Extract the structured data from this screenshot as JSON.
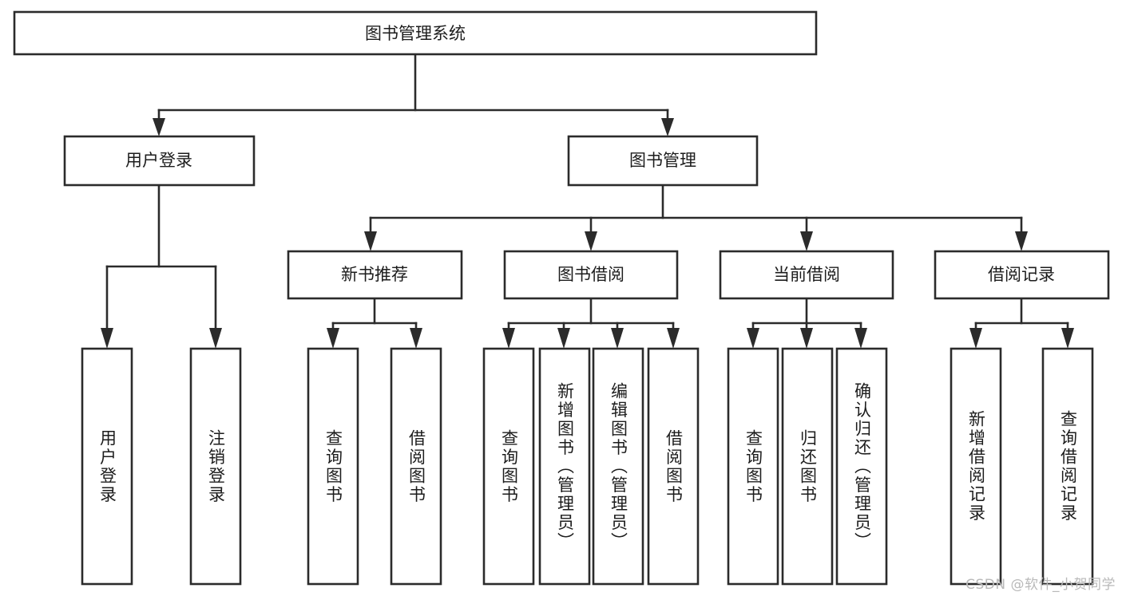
{
  "diagram": {
    "title": "图书管理系统",
    "type": "tree-hierarchy-chart",
    "root": {
      "label": "图书管理系统"
    },
    "level2": [
      {
        "label": "用户登录"
      },
      {
        "label": "图书管理"
      }
    ],
    "level3": [
      {
        "label": "新书推荐"
      },
      {
        "label": "图书借阅"
      },
      {
        "label": "当前借阅"
      },
      {
        "label": "借阅记录"
      }
    ],
    "leaves": [
      {
        "label": "用户登录"
      },
      {
        "label": "注销登录"
      },
      {
        "label": "查询图书"
      },
      {
        "label": "借阅图书"
      },
      {
        "label": "查询图书"
      },
      {
        "label": "新增图书（管理员）"
      },
      {
        "label": "编辑图书（管理员）"
      },
      {
        "label": "借阅图书"
      },
      {
        "label": "查询图书"
      },
      {
        "label": "归还图书"
      },
      {
        "label": "确认归还（管理员）"
      },
      {
        "label": "新增借阅记录"
      },
      {
        "label": "查询借阅记录"
      }
    ]
  },
  "watermark": {
    "text": "CSDN @软件_小贺同学"
  },
  "colors": {
    "stroke": "#2b2b2b",
    "fill": "#ffffff",
    "text": "#1c1c1c",
    "watermark": "#b9b9b9"
  }
}
